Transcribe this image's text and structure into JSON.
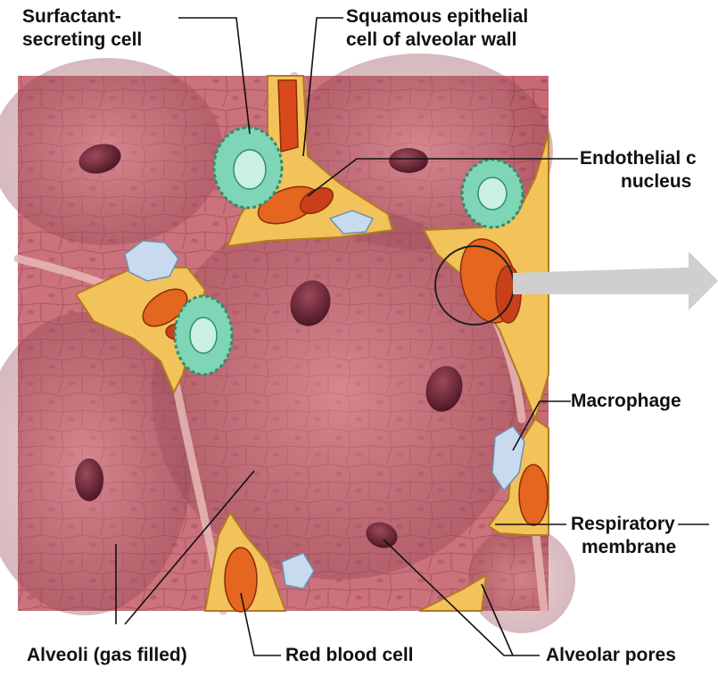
{
  "labels": {
    "surfactant_line1": "Surfactant-",
    "surfactant_line2": "secreting cell",
    "squamous_line1": "Squamous epithelial",
    "squamous_line2": "cell of alveolar wall",
    "endothelial_line1": "Endothelial c",
    "endothelial_line2": "nucleus",
    "macrophage": "Macrophage",
    "respiratory_line1": "Respiratory",
    "respiratory_line2": "membrane",
    "alveoli": "Alveoli (gas filled)",
    "red_blood_cell": "Red blood cell",
    "alveolar_pores": "Alveolar pores"
  },
  "colors": {
    "alveolar_tissue": "#c76a74",
    "alveolar_tissue_light": "#d98a92",
    "cell_outline": "#8e3f4a",
    "pore": "#5e1f2e",
    "interstitium": "#f2c35a",
    "red_blood_cell": "#d94a1a",
    "surfactant_cell": "#7fd6b6",
    "macrophage": "#c8dbee"
  }
}
